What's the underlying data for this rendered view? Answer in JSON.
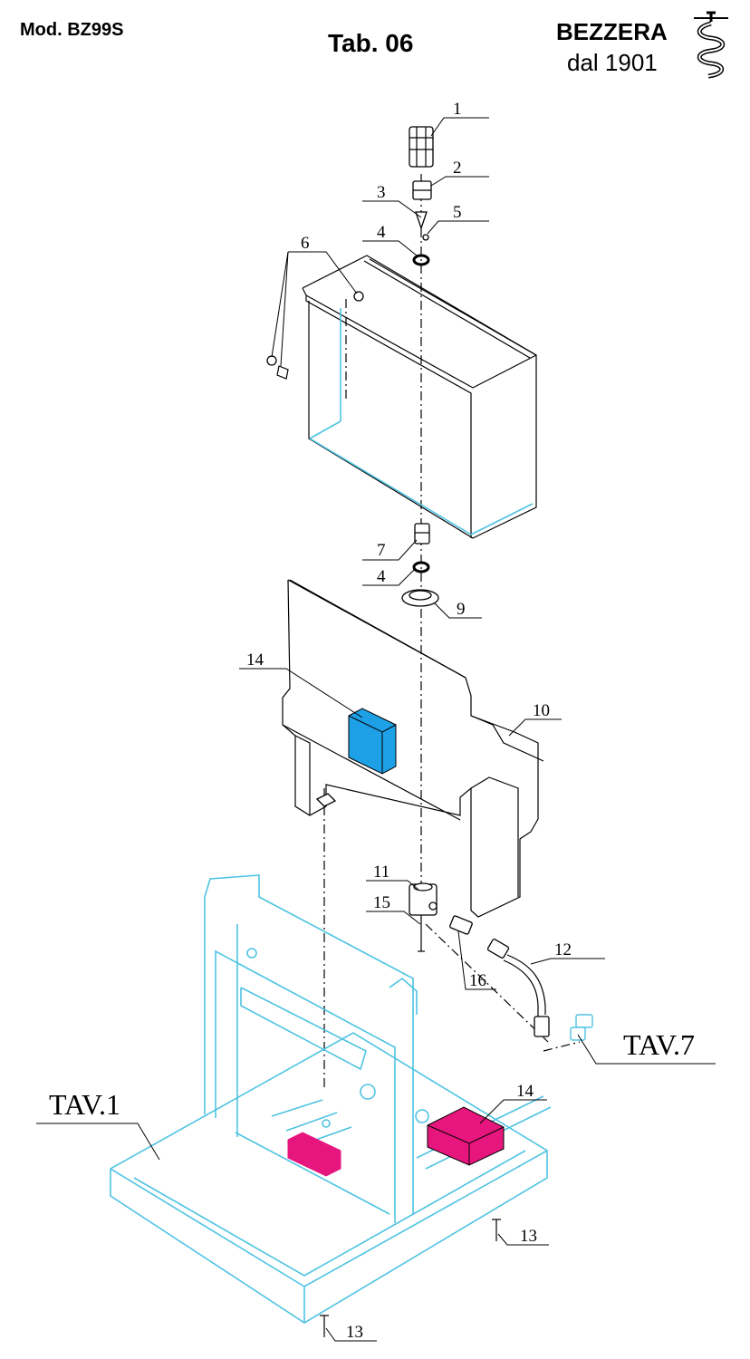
{
  "header": {
    "model": "Mod.  BZ99S",
    "table": "Tab. 06",
    "brand": "BEZZERA",
    "since": "dal 1901"
  },
  "logo": {
    "icon": "bezzera-serpent-logo-icon"
  },
  "callouts": {
    "c1": "1",
    "c2": "2",
    "c3": "3",
    "c4a": "4",
    "c5": "5",
    "c6": "6",
    "c7": "7",
    "c4b": "4",
    "c9": "9",
    "c10": "10",
    "c14a": "14",
    "c11": "11",
    "c15": "15",
    "c16": "16",
    "c12": "12",
    "c14b": "14",
    "c13a": "13",
    "c13b": "13"
  },
  "references": {
    "tav7": "TAV.7",
    "tav1": "TAV.1"
  },
  "colors": {
    "frame_cyan": "#4fc3e2",
    "component_blue": "#1ea0e6",
    "component_magenta": "#e6167e",
    "line_black": "#000000"
  }
}
